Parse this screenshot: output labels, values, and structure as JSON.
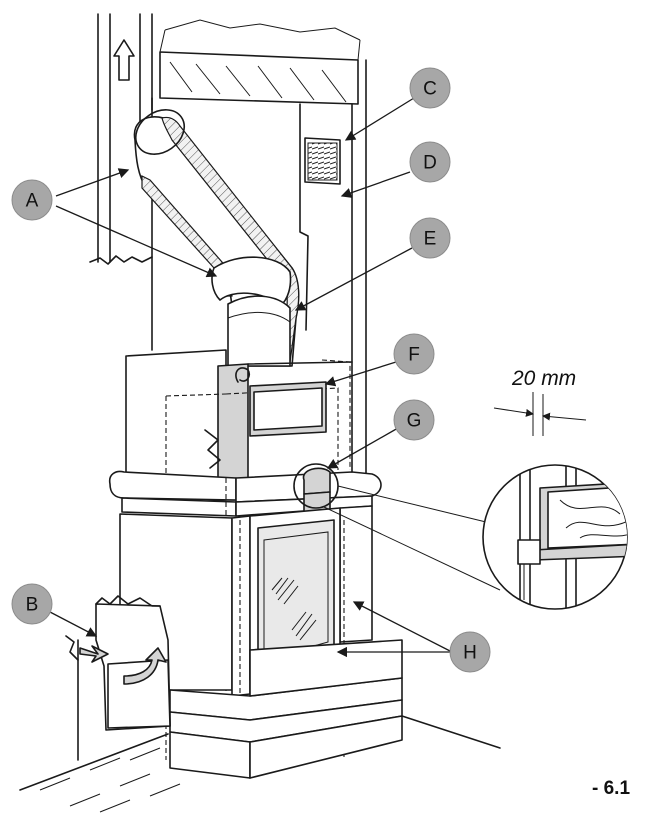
{
  "labels": {
    "a": "A",
    "b": "B",
    "c": "C",
    "d": "D",
    "e": "E",
    "f": "F",
    "g": "G",
    "h": "H"
  },
  "detail": {
    "dimension": "20 mm"
  },
  "figure_number": "- 6.1"
}
